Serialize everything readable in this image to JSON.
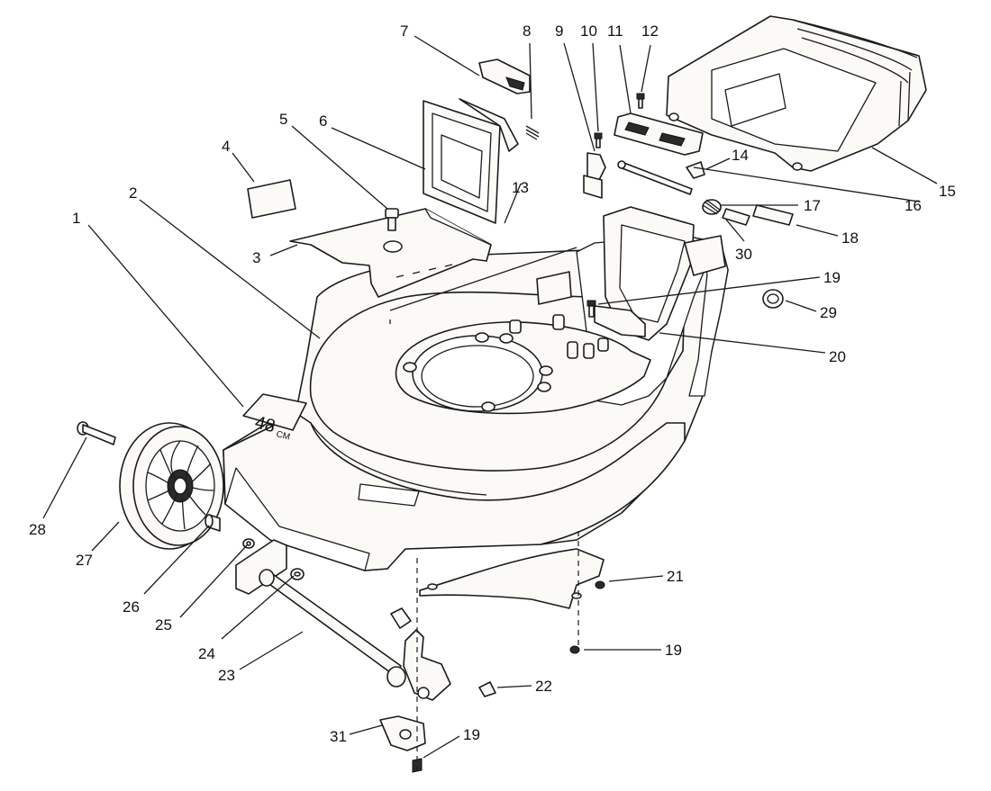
{
  "deck_label": {
    "size": "48",
    "unit": "CM"
  },
  "callouts": {
    "c1": "1",
    "c2": "2",
    "c3": "3",
    "c4": "4",
    "c5": "5",
    "c6": "6",
    "c7": "7",
    "c8": "8",
    "c9": "9",
    "c10": "10",
    "c11": "11",
    "c12": "12",
    "c13": "13",
    "c14": "14",
    "c15": "15",
    "c16": "16",
    "c17": "17",
    "c18": "18",
    "c19a": "19",
    "c20": "20",
    "c21": "21",
    "c19b": "19",
    "c22": "22",
    "c19c": "19",
    "c23": "23",
    "c24": "24",
    "c25": "25",
    "c26": "26",
    "c27": "27",
    "c28": "28",
    "c29": "29",
    "c30": "30",
    "c31": "31"
  }
}
